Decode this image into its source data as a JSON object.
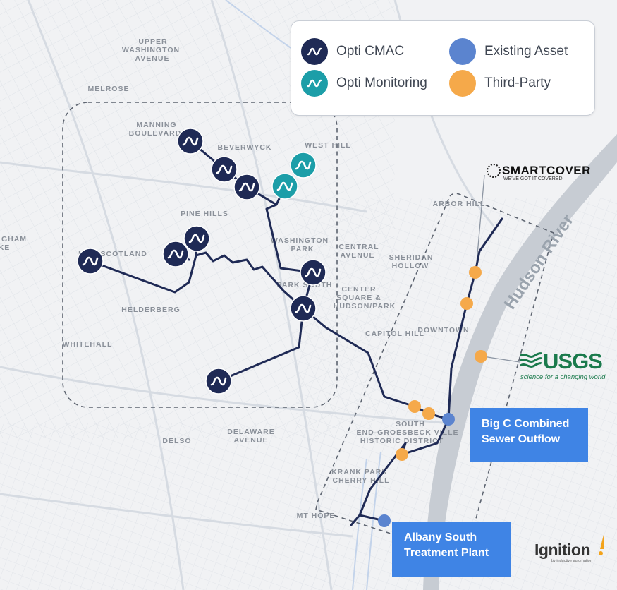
{
  "legend": {
    "items": [
      {
        "label": "Opti CMAC",
        "color": "#1f2a55"
      },
      {
        "label": "Opti Monitoring",
        "color": "#1c9ea8"
      },
      {
        "label": "Existing Asset",
        "color": "#5b84cf"
      },
      {
        "label": "Third-Party",
        "color": "#f5a94a"
      }
    ]
  },
  "callouts": {
    "big_c": {
      "line1": "Big C Combined",
      "line2": "Sewer Outflow"
    },
    "albany_south": {
      "line1": "Albany South",
      "line2": "Treatment Plant"
    }
  },
  "map_labels": {
    "upper_washington_1": "UPPER",
    "upper_washington_2": "WASHINGTON",
    "upper_washington_3": "AVENUE",
    "melrose": "MELROSE",
    "manning_1": "MANNING",
    "manning_2": "BOULEVARD",
    "beverwyck": "BEVERWYCK",
    "west_hill": "WEST HILL",
    "pine_hills": "PINE HILLS",
    "new_scotland": "NEW SCOTLAND",
    "helderberg": "HELDERBERG",
    "whitehall": "WHITEHALL",
    "washington_park_1": "WASHINGTON",
    "washington_park_2": "PARK",
    "central_avenue_1": "CENTRAL",
    "central_avenue_2": "AVENUE",
    "sheridan_hollow_1": "SHERIDAN",
    "sheridan_hollow_2": "HOLLOW",
    "arbor_hill": "ARBOR HILL",
    "park_south": "PARK SOUTH",
    "center_square_1": "CENTER",
    "center_square_2": "SQUARE &",
    "center_square_3": "HUDSON/PARK",
    "capitol_hill": "CAPITOL HILL",
    "downtown": "DOWNTOWN",
    "delaware_1": "DELAWARE",
    "delaware_2": "AVENUE",
    "delso": "DELSO",
    "south_end_1": "SOUTH",
    "south_end_2": "END-GROESBECK VILLE",
    "south_end_3": "HISTORIC DISTRICT",
    "krank_park_1": "KRANK PARK",
    "krank_park_2": "CHERRY HILL",
    "mt_hope": "MT HOPE",
    "bingham_1": "GHAM",
    "bingham_2": "KE",
    "hudson_river": "Hudson River"
  },
  "brands": {
    "smartcover_name": "SMARTCOVER",
    "smartcover_tagline": "WE'VE GOT IT COVERED",
    "usgs_name": "USGS",
    "usgs_tagline": "science for a changing world",
    "ignition_name": "Ignition",
    "ignition_tagline": "by inductive automation"
  },
  "colors": {
    "cmac": "#1f2a55",
    "monitoring": "#1c9ea8",
    "existing": "#5b84cf",
    "third_party": "#f5a94a",
    "pipe": "#1f2a55",
    "callout": "#3f84e5",
    "usgs_green": "#1a7a4c"
  },
  "icons": {
    "cmac": "sensor-wave-icon",
    "monitoring": "sensor-wave-icon"
  }
}
